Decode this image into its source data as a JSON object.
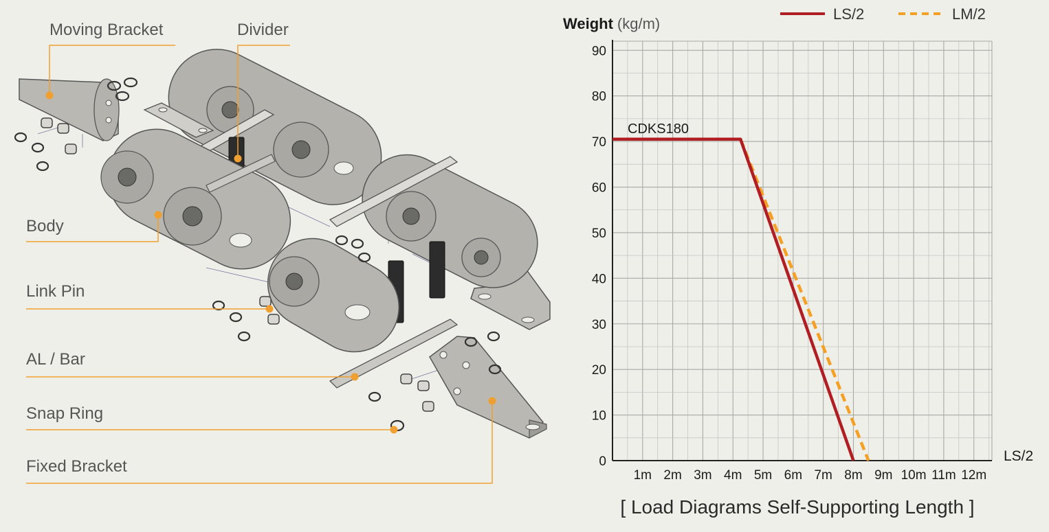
{
  "diagram": {
    "labels": {
      "moving_bracket": "Moving Bracket",
      "divider": "Divider",
      "body": "Body",
      "link_pin": "Link Pin",
      "al_bar": "AL / Bar",
      "snap_ring": "Snap Ring",
      "fixed_bracket": "Fixed Bracket"
    },
    "colors": {
      "leader": "#f0a030",
      "plate": "#b3b2ac",
      "divider": "#2c2c2c"
    }
  },
  "chart_data": {
    "type": "line",
    "title": "[ Load Diagrams Self-Supporting Length ]",
    "ylabel_bold": "Weight",
    "ylabel_unit": "(kg/m)",
    "xlabel": "LS/2",
    "annotation": "CDKS180",
    "xlim": [
      0,
      12.6
    ],
    "ylim": [
      0,
      92
    ],
    "x_tick_labels": [
      "1m",
      "2m",
      "3m",
      "4m",
      "5m",
      "6m",
      "7m",
      "8m",
      "9m",
      "10m",
      "11m",
      "12m"
    ],
    "x_tick_values": [
      1,
      2,
      3,
      4,
      5,
      6,
      7,
      8,
      9,
      10,
      11,
      12
    ],
    "y_tick_values": [
      0,
      10,
      20,
      30,
      40,
      50,
      60,
      70,
      80,
      90
    ],
    "grid": true,
    "legend_position": "top-right",
    "series": [
      {
        "name": "LS/2",
        "color": "#b01e24",
        "style": "solid",
        "x": [
          0,
          4.25,
          8.0
        ],
        "y": [
          70.5,
          70.5,
          0
        ]
      },
      {
        "name": "LM/2",
        "color": "#f4a024",
        "style": "dashed",
        "x": [
          4.25,
          8.5
        ],
        "y": [
          70.5,
          0
        ]
      }
    ]
  }
}
